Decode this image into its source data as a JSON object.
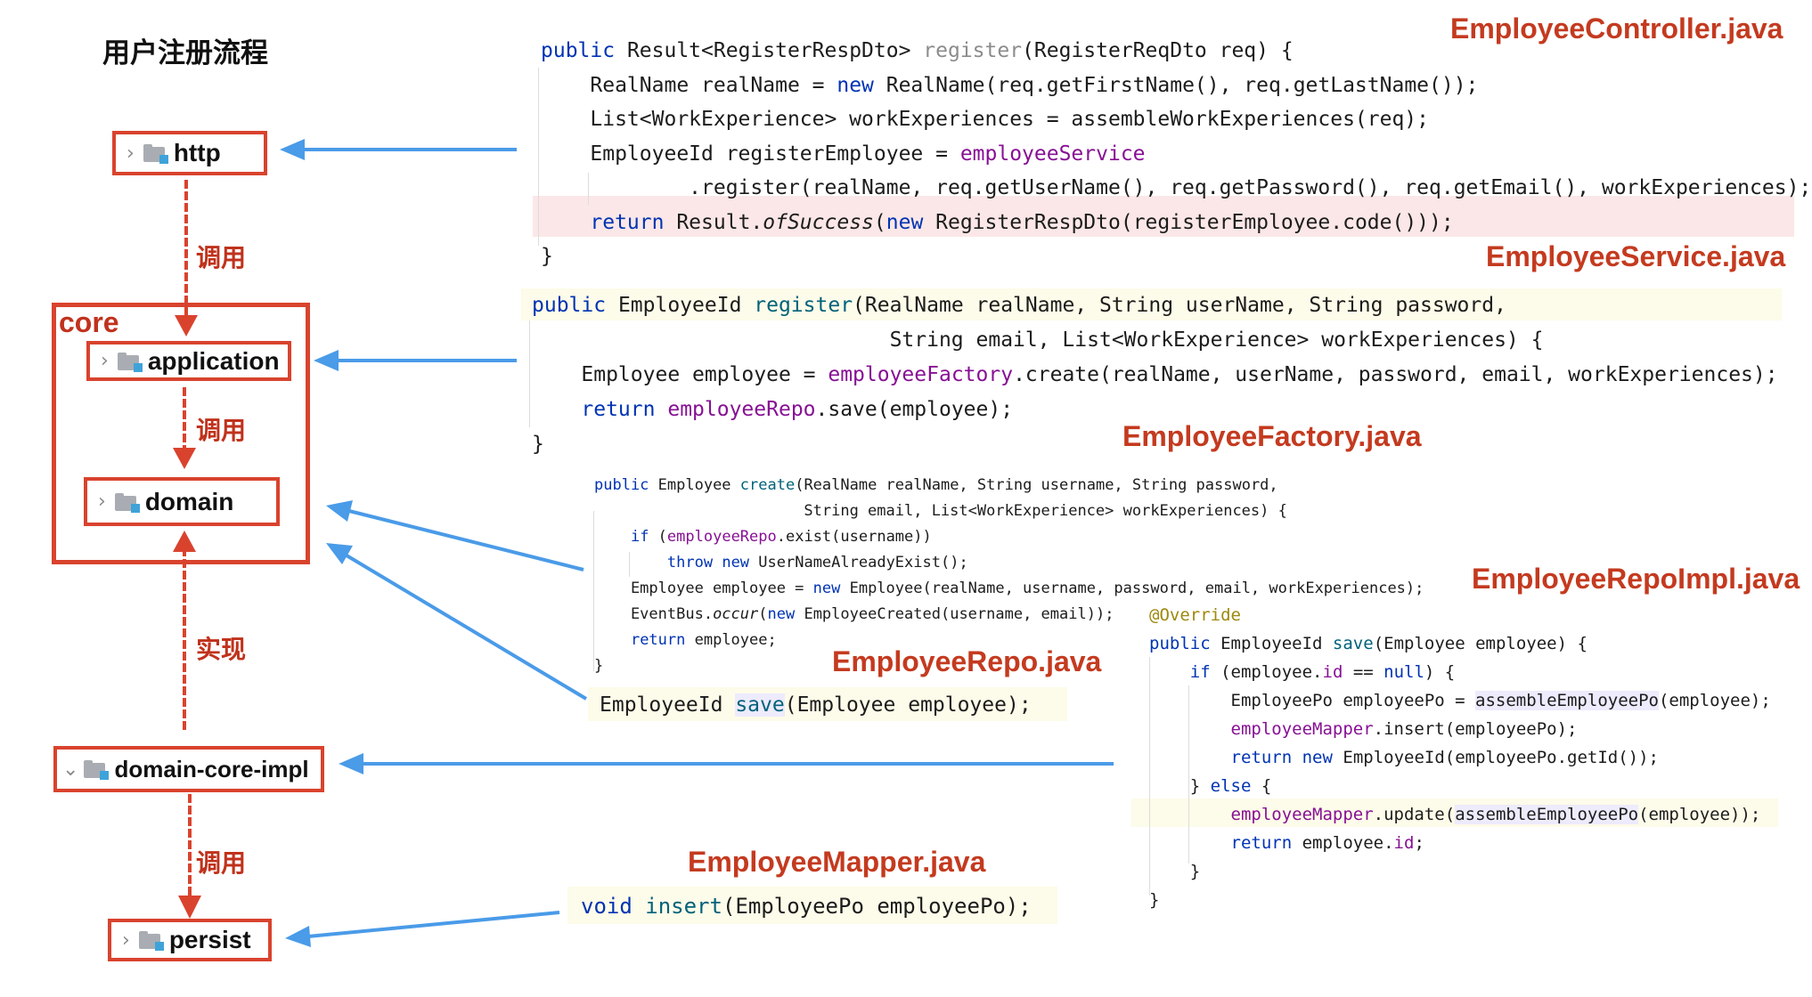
{
  "title": "用户注册流程",
  "modules": {
    "http": "http",
    "core": "core",
    "application": "application",
    "domain": "domain",
    "domain_core_impl": "domain-core-impl",
    "persist": "persist"
  },
  "relations": {
    "http_to_application": "调用",
    "application_to_domain": "调用",
    "impl_to_domain": "实现",
    "impl_to_persist": "调用"
  },
  "files": {
    "controller": "EmployeeController.java",
    "service": "EmployeeService.java",
    "factory": "EmployeeFactory.java",
    "repo_impl": "EmployeeRepoImpl.java",
    "repo": "EmployeeRepo.java",
    "mapper": "EmployeeMapper.java"
  },
  "code": {
    "controller": [
      "<span class=\"kw\">public</span> Result&lt;RegisterRespDto&gt; <span class=\"gr\">register</span>(RegisterReqDto req) {",
      "    RealName realName = <span class=\"kw\">new</span> RealName(req.getFirstName(), req.getLastName());",
      "    List&lt;WorkExperience&gt; workExperiences = assembleWorkExperiences(req);",
      "    EmployeeId registerEmployee = <span class=\"fld\">employeeService</span>",
      "            .register(realName, req.getUserName(), req.getPassword(), req.getEmail(), workExperiences);",
      "    <span class=\"kw\">return</span> Result.<span class=\"it\">ofSuccess</span>(<span class=\"kw\">new</span> RegisterRespDto(registerEmployee.code()));",
      "}"
    ],
    "service": [
      "<span class=\"kw\">public</span> EmployeeId <span class=\"mth\">register</span>(RealName realName, String userName, String password,",
      "                             String email, List&lt;WorkExperience&gt; workExperiences) {",
      "    Employee employee = <span class=\"fld\">employeeFactory</span>.create(realName, userName, password, email, workExperiences);",
      "    <span class=\"kw\">return</span> <span class=\"fld\">employeeRepo</span>.save(employee);",
      "}"
    ],
    "factory": [
      "<span class=\"kw\">public</span> Employee <span class=\"mth\">create</span>(RealName realName, String username, String password,",
      "                       String email, List&lt;WorkExperience&gt; workExperiences) {",
      "    <span class=\"kw\">if</span> (<span class=\"fld\">employeeRepo</span>.exist(username))",
      "        <span class=\"kw\">throw</span> <span class=\"kw\">new</span> UserNameAlreadyExist();",
      "    Employee employee = <span class=\"kw\">new</span> Employee(realName, username, password, email, workExperiences);",
      "    EventBus.<span class=\"it\">occur</span>(<span class=\"kw\">new</span> EmployeeCreated(username, email));",
      "    <span class=\"kw\">return</span> employee;",
      "}"
    ],
    "repo_impl": [
      "<span class=\"an\">@Override</span>",
      "<span class=\"kw\">public</span> EmployeeId <span class=\"mth\">save</span>(Employee employee) {",
      "    <span class=\"kw\">if</span> (employee.<span class=\"fld\">id</span> == <span class=\"kw\">null</span>) {",
      "        EmployeePo employeePo = <span class=\"hl\">assembleEmployeePo</span>(employee);",
      "        <span class=\"fld\">employeeMapper</span>.insert(employeePo);",
      "        <span class=\"kw\">return</span> <span class=\"kw\">new</span> EmployeeId(employeePo.getId());",
      "    } <span class=\"kw\">else</span> {",
      "        <span class=\"fld\">employeeMapper</span>.update(<span class=\"hl\">assembleEmployeePo</span>(employee));",
      "        <span class=\"kw\">return</span> employee.<span class=\"fld\">id</span>;",
      "    }",
      "}"
    ],
    "repo": "EmployeeId <span class=\"mth hl\">save</span>(Employee employee);",
    "mapper": "<span class=\"kw\">void</span> <span class=\"mth\">insert</span>(EmployeePo employeePo);"
  },
  "colors": {
    "module_border": "#d9432e",
    "call_arrow": "#d9432e",
    "file_arrow": "#4a9be8",
    "file_label": "#c43a1f"
  },
  "icons": [
    "chevron-right-icon",
    "chevron-down-icon",
    "folder-icon"
  ]
}
